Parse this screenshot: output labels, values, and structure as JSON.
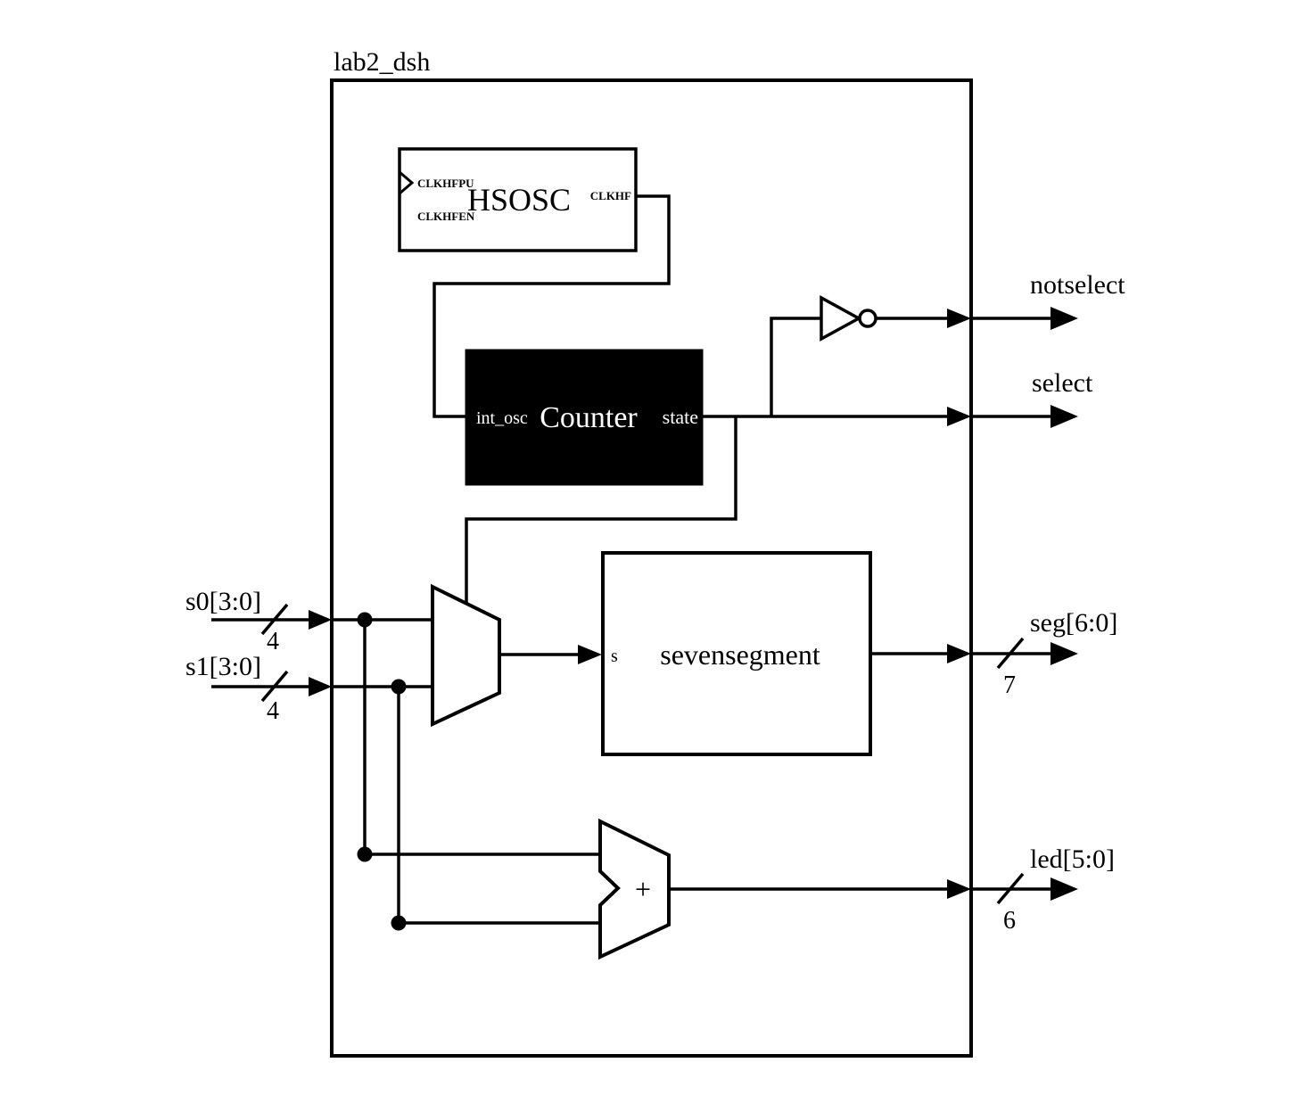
{
  "title": "lab2_dsh",
  "colors": {
    "line": "#000000",
    "background": "#ffffff",
    "counter_fill": "#000000",
    "counter_text": "#ffffff"
  },
  "blocks": {
    "hsosc": {
      "label": "HSOSC",
      "port_clkhfpu": "CLKHFPU",
      "port_clkhfen": "CLKHFEN",
      "port_clkhf": "CLKHF"
    },
    "counter": {
      "label": "Counter",
      "port_int_osc": "int_osc",
      "port_state": "state"
    },
    "sevensegment": {
      "label": "sevensegment",
      "port_s": "s"
    },
    "adder": {
      "label": "+"
    },
    "mux": {
      "label": ""
    },
    "inverter": {
      "label": ""
    }
  },
  "inputs": [
    {
      "label": "s0[3:0]",
      "bus_width": "4"
    },
    {
      "label": "s1[3:0]",
      "bus_width": "4"
    }
  ],
  "outputs": [
    {
      "label": "notselect"
    },
    {
      "label": "select"
    },
    {
      "label": "seg[6:0]",
      "bus_width": "7"
    },
    {
      "label": "led[5:0]",
      "bus_width": "6"
    }
  ]
}
